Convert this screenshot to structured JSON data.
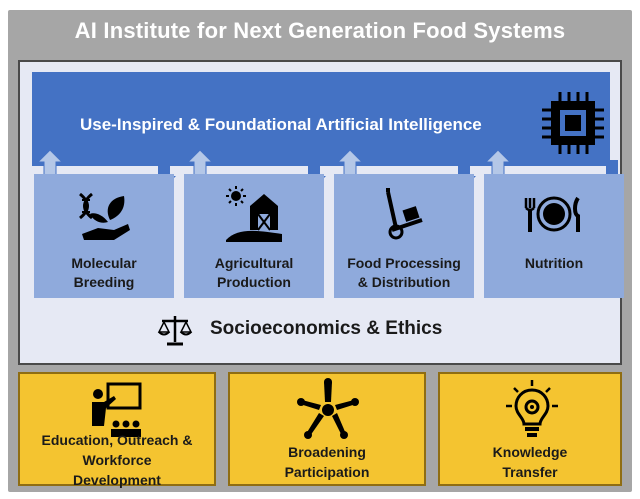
{
  "title": "AI Institute for Next Generation Food Systems",
  "ai_band": {
    "label": "Use-Inspired & Foundational Artificial Intelligence",
    "icon": "cpu-chip-icon"
  },
  "columns": [
    {
      "label_lines": [
        "Molecular",
        "Breeding"
      ],
      "icon": "dna-plant-hand-icon"
    },
    {
      "label_lines": [
        "Agricultural",
        "Production"
      ],
      "icon": "barn-sun-icon"
    },
    {
      "label_lines": [
        "Food Processing",
        "& Distribution"
      ],
      "icon": "hand-truck-icon"
    },
    {
      "label_lines": [
        "Nutrition"
      ],
      "icon": "plate-fork-knife-icon"
    }
  ],
  "socioeconomics": {
    "label": "Socioeconomics & Ethics",
    "icon": "scale-icon"
  },
  "bottom_boxes": [
    {
      "label_lines": [
        "Education, Outreach &",
        "Workforce",
        "Development"
      ],
      "icon": "teacher-audience-icon"
    },
    {
      "label_lines": [
        "Broadening",
        "Participation"
      ],
      "icon": "circle-of-hands-icon"
    },
    {
      "label_lines": [
        "Knowledge",
        "Transfer"
      ],
      "icon": "lightbulb-gear-icon"
    }
  ],
  "colors": {
    "frame": "#a6a6a6",
    "ai_band": "#4472c4",
    "columns": "#8faadc",
    "panel": "#e6e9f4",
    "bottom_boxes": "#f4c430"
  }
}
